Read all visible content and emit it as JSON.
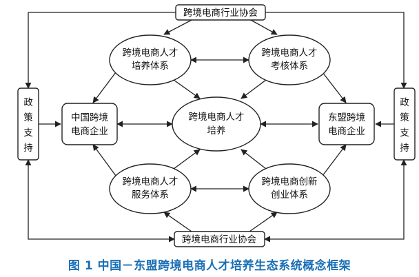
{
  "nodes": {
    "assoc_top": "跨境电商行业协会",
    "assoc_bottom": "跨境电商行业协会",
    "train_l1": "跨境电商人才",
    "train_l2": "培养体系",
    "eval_l1": "跨境电商人才",
    "eval_l2": "考核体系",
    "center_l1": "跨境电商人才",
    "center_l2": "培养",
    "china_l1": "中国跨境",
    "china_l2": "电商企业",
    "asean_l1": "东盟跨境",
    "asean_l2": "电商企业",
    "service_l1": "跨境电商人才",
    "service_l2": "服务体系",
    "innov_l1": "跨境电商创新",
    "innov_l2": "创业体系",
    "policy_left": [
      "政",
      "策",
      "支",
      "持"
    ],
    "policy_right": [
      "政",
      "策",
      "支",
      "持"
    ]
  },
  "caption": "图 1  中国－东盟跨境电商人才培养生态系统概念框架",
  "colors": {
    "stroke": "#222222",
    "caption": "#1a6fb5"
  }
}
